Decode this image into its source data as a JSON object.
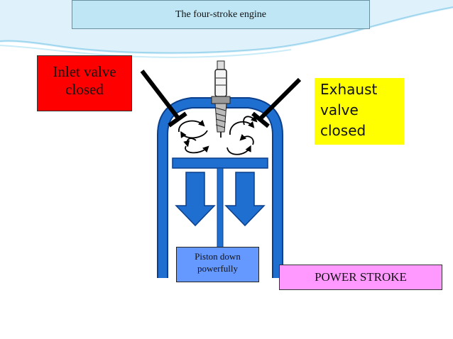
{
  "slide": {
    "title": "The four-stroke engine",
    "inlet_label": [
      "Inlet valve",
      "closed"
    ],
    "exhaust_label": [
      "Exhaust",
      "valve",
      "closed"
    ],
    "piston_label": [
      "Piston down",
      "powerfully"
    ],
    "stroke_label": "POWER STROKE"
  },
  "colors": {
    "background": "#ffffff",
    "title_box": "#bfe6f5",
    "inlet_box": "#ff0000",
    "exhaust_box": "#ffff00",
    "cylinder": "#1f6fd1",
    "cylinder_edge": "#0b3f8c",
    "piston_label_box": "#6699ff",
    "stroke_box": "#ff99ff"
  },
  "icons": [
    "spark-plug-icon",
    "swirl-arrow-icon",
    "down-arrow-icon",
    "valve-rod-icon"
  ]
}
